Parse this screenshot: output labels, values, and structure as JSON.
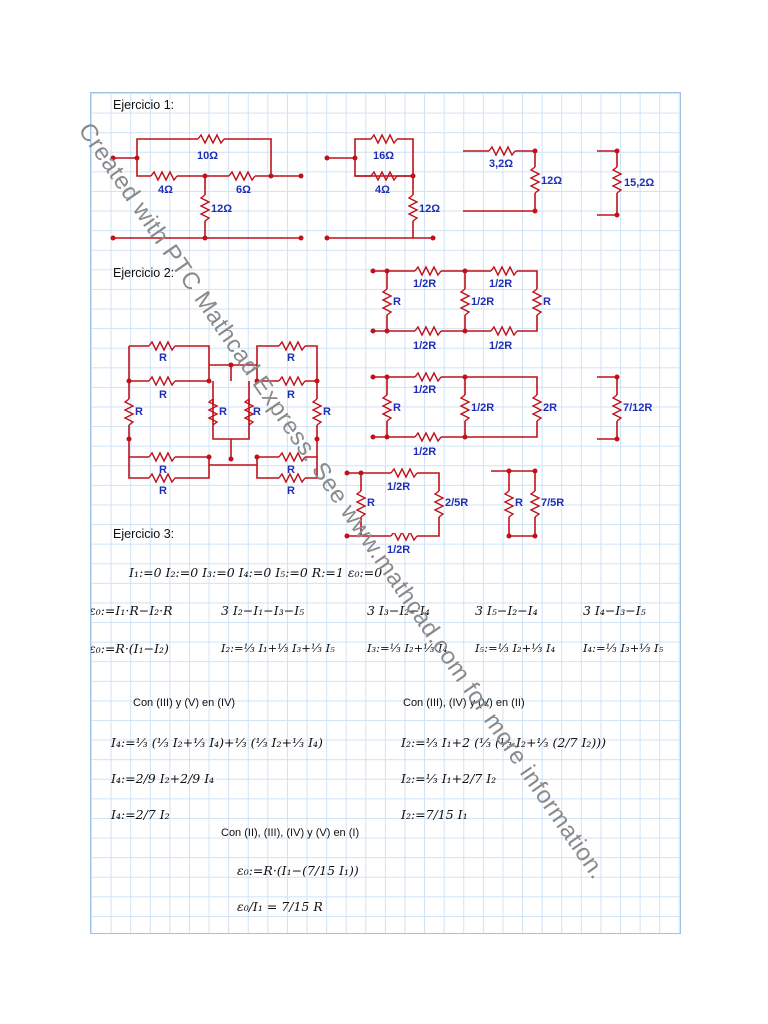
{
  "headings": {
    "ex1": "Ejercicio 1:",
    "ex2": "Ejercicio 2:",
    "ex3": "Ejercicio 3:"
  },
  "ex1_labels": [
    "10Ω",
    "4Ω",
    "6Ω",
    "12Ω",
    "16Ω",
    "4Ω",
    "12Ω",
    "3,2Ω",
    "12Ω",
    "15,2Ω"
  ],
  "ex2_labels": [
    "R",
    "R",
    "R",
    "R",
    "R",
    "R",
    "R",
    "R",
    "R",
    "R",
    "R",
    "R",
    "1/2R",
    "1/2R",
    "R",
    "1/2R",
    "R",
    "1/2R",
    "1/2R",
    "1/2R",
    "R",
    "1/2R",
    "2R",
    "1/2R",
    "7/12R",
    "1/2R",
    "R",
    "2/5R",
    "1/2R",
    "R",
    "7/5R"
  ],
  "ex3": {
    "defs": "I₁:=0   I₂:=0   I₃:=0   I₄:=0   I₅:=0   R:=1   ε₀:=0",
    "row1": [
      "ε₀:=I₁·R−I₂·R",
      "3 I₂−I₁−I₃−I₅",
      "3 I₃−I₂−I₄",
      "3 I₅−I₂−I₄",
      "3 I₄−I₃−I₅"
    ],
    "row2": [
      "ε₀:=R·(I₁−I₂)",
      "I₂:=⅓ I₁+⅓ I₃+⅓ I₅",
      "I₃:=⅓ I₂+⅓ I₄",
      "I₅:=⅓ I₂+⅓ I₄",
      "I₄:=⅓ I₃+⅓ I₅"
    ],
    "cap_a": "Con (III) y (V) en (IV)",
    "cap_b": "Con (III), (IV) y (V) en (II)",
    "cap_c": "Con (II), (III), (IV) y (V) en (I)",
    "left": [
      "I₄:=⅓ (⅓ I₂+⅓ I₄)+⅓ (⅓ I₂+⅓ I₄)",
      "I₄:=2/9 I₂+2/9 I₄",
      "I₄:=2/7 I₂"
    ],
    "right": [
      "I₂:=⅓ I₁+2 (⅓ (⅓ I₂+⅓ (2/7 I₂)))",
      "I₂:=⅓ I₁+2/7 I₂",
      "I₂:=7/15 I₁"
    ],
    "final": [
      "ε₀:=R·(I₁−(7/15 I₁))",
      "ε₀/I₁ = 7/15 R"
    ]
  },
  "watermark": "Created with PTC Mathcad Express. See www.mathcad.com for more information."
}
